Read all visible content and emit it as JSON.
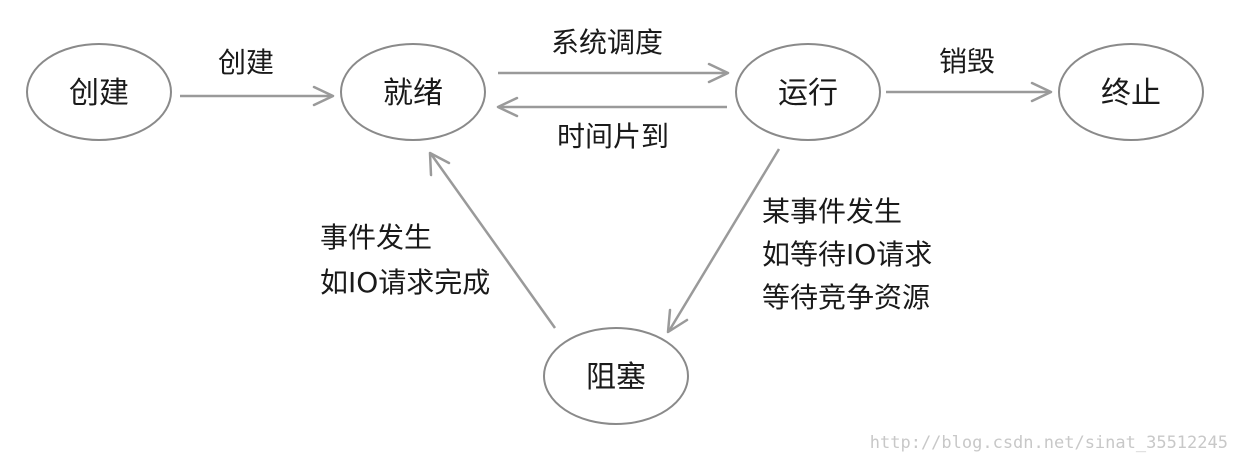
{
  "states": {
    "create": "创建",
    "ready": "就绪",
    "running": "运行",
    "terminated": "终止",
    "blocked": "阻塞"
  },
  "transitions": {
    "create_to_ready": "创建",
    "ready_to_running": "系统调度",
    "running_to_ready": "时间片到",
    "running_to_terminated": "销毁",
    "running_to_blocked": [
      "某事件发生",
      "如等待IO请求",
      "等待竞争资源"
    ],
    "blocked_to_ready": [
      "事件发生",
      "如IO请求完成"
    ]
  },
  "watermark": "http://blog.csdn.net/sinat_35512245"
}
